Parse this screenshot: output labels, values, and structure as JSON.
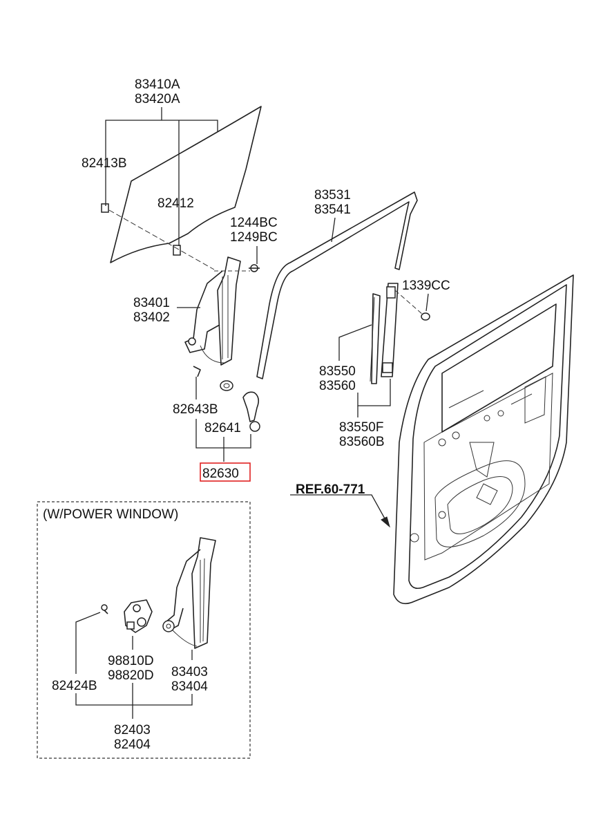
{
  "parts": {
    "glass": [
      "83410A",
      "83420A"
    ],
    "glass_clip": "82413B",
    "glass_bolt": "82412",
    "bolts": [
      "1244BC",
      "1249BC"
    ],
    "regulator_manual": [
      "83401",
      "83402"
    ],
    "run_channel": [
      "83531",
      "83541"
    ],
    "nut": "1339CC",
    "channel_front": [
      "83550",
      "83560"
    ],
    "channel_rear": [
      "83550F",
      "83560B"
    ],
    "clip": "82643B",
    "handle": "82641",
    "handle_assy": "82630",
    "ref": "REF.60-771",
    "power_box_title": "(W/POWER WINDOW)",
    "screw": "82424B",
    "motor": [
      "98810D",
      "98820D"
    ],
    "regulator_power": [
      "83403",
      "83404"
    ],
    "power_assy": [
      "82403",
      "82404"
    ]
  },
  "colors": {
    "highlight": "#e02020",
    "line": "#222222"
  }
}
